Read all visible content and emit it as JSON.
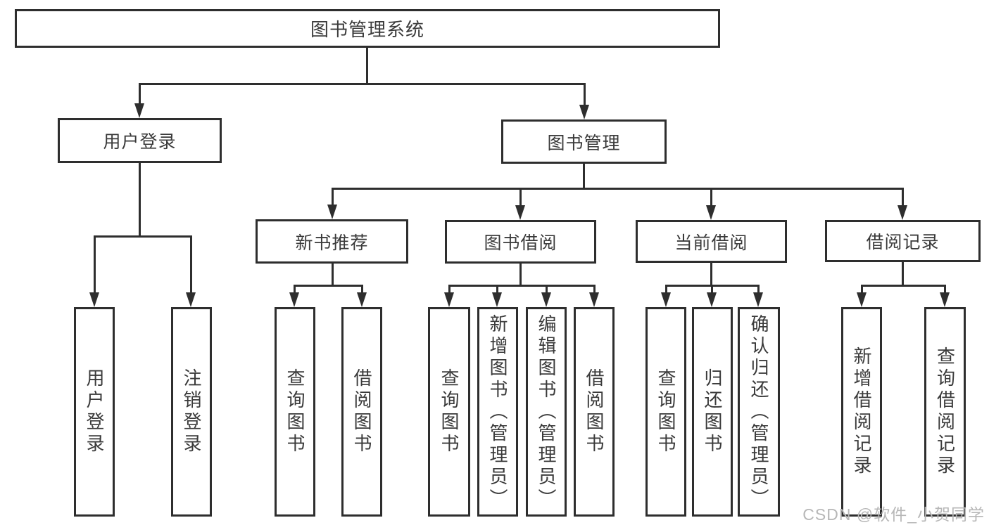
{
  "diagram": {
    "root": {
      "label": "图书管理系统"
    },
    "level2": {
      "user_login": {
        "label": "用户登录"
      },
      "book_management": {
        "label": "图书管理"
      }
    },
    "level3": {
      "new_book_recommend": {
        "label": "新书推荐"
      },
      "book_borrow": {
        "label": "图书借阅"
      },
      "current_borrow": {
        "label": "当前借阅"
      },
      "borrow_record": {
        "label": "借阅记录"
      }
    },
    "leaves": {
      "user_login": [
        "用户登录",
        "注销登录"
      ],
      "new_book_recommend": [
        "查询图书",
        "借阅图书"
      ],
      "book_borrow": [
        "查询图书",
        "新增图书（管理员）",
        "编辑图书（管理员）",
        "借阅图书"
      ],
      "current_borrow": [
        "查询图书",
        "归还图书",
        "确认归还（管理员）"
      ],
      "borrow_record": [
        "新增借阅记录",
        "查询借阅记录"
      ]
    },
    "watermark": "CSDN @软件_小贺同学",
    "colors": {
      "line": "#2e2e2e",
      "text": "#3a3a3a",
      "box_bg": "#ffffff",
      "watermark": "#b7b7b7"
    }
  }
}
